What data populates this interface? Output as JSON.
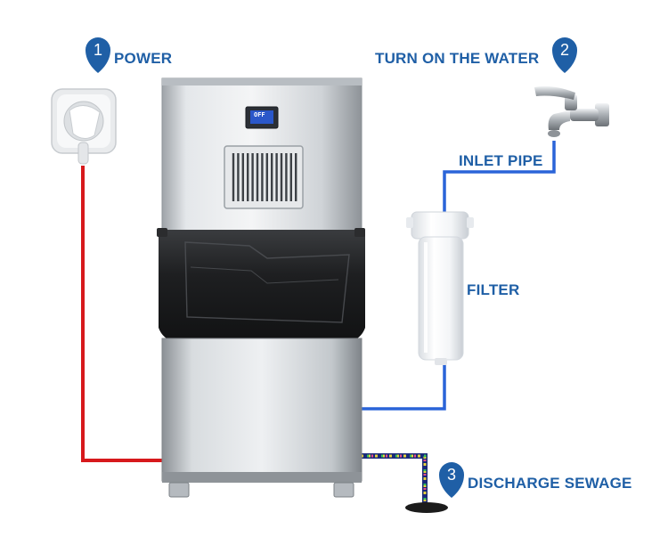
{
  "labels": {
    "power": "POWER",
    "water": "TURN ON THE WATER",
    "inlet": "INLET PIPE",
    "filter": "FILTER",
    "sewage": "DISCHARGE SEWAGE"
  },
  "steps": {
    "one": "1",
    "two": "2",
    "three": "3"
  },
  "display": {
    "text": "OFF"
  },
  "colors": {
    "label": "#1f5fa6",
    "power_cable": "#d7191c",
    "water_pipe": "#2a64d8",
    "pin": "#1f5fa6"
  }
}
